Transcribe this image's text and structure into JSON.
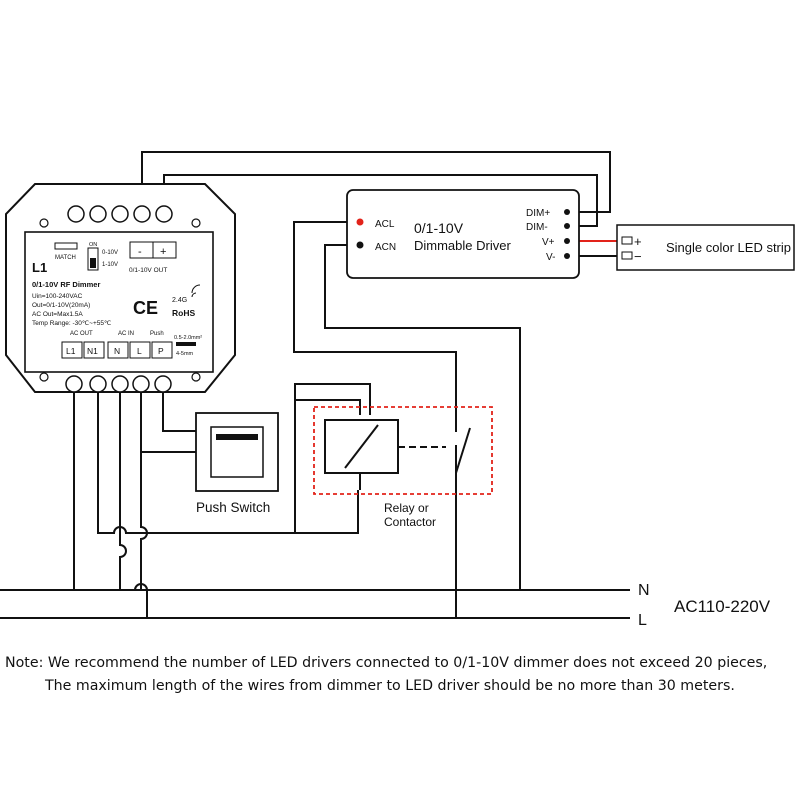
{
  "dimmer": {
    "model": "L1",
    "match_label": "MATCH",
    "mode_on": "ON",
    "mode_010": "0-10V",
    "mode_110": "1-10V",
    "out_minus": "-",
    "out_plus": "+",
    "out_label": "0/1-10V OUT",
    "title": "0/1-10V  RF  Dimmer",
    "spec_uin": "Uin=100-240VAC",
    "spec_out": "Out=0/1-10V(20mA)",
    "spec_acout": "AC Out=Max1.5A",
    "spec_temp": "Temp Range: -30℃~+55℃",
    "ce_mark": "CE",
    "rf_label": "2.4G",
    "rohs_label": "RoHS",
    "ac_out_label": "AC OUT",
    "ac_in_label": "AC IN",
    "push_label": "Push",
    "wire_size": "0.5-2.0mm²",
    "strip_len": "4-5mm",
    "terminals": [
      "L1",
      "N1",
      "N",
      "L",
      "P"
    ]
  },
  "driver": {
    "title": "0/1-10V",
    "subtitle": "Dimmable Driver",
    "acl": "ACL",
    "acn": "ACN",
    "dim_plus": "DIM+",
    "dim_minus": "DIM-",
    "v_plus": "V+",
    "v_minus": "V-"
  },
  "led_strip": {
    "plus": "+",
    "minus": "−",
    "label": "Single color LED strip"
  },
  "push_switch": {
    "label": "Push Switch"
  },
  "relay": {
    "line1": "Relay or",
    "line2": "Contactor"
  },
  "mains": {
    "n": "N",
    "l": "L",
    "voltage": "AC110-220V"
  },
  "note": {
    "key": "Note:",
    "line1": "We recommend the number of LED drivers connected to 0/1-10V dimmer does not exceed 20 pieces,",
    "line2": "The maximum length of the wires from dimmer to LED driver should be no more than 30 meters."
  },
  "colors": {
    "wire": "#111111",
    "live_wire": "#e2231a",
    "relay_box": "#e2231a",
    "acl_dot": "#e2231a"
  }
}
